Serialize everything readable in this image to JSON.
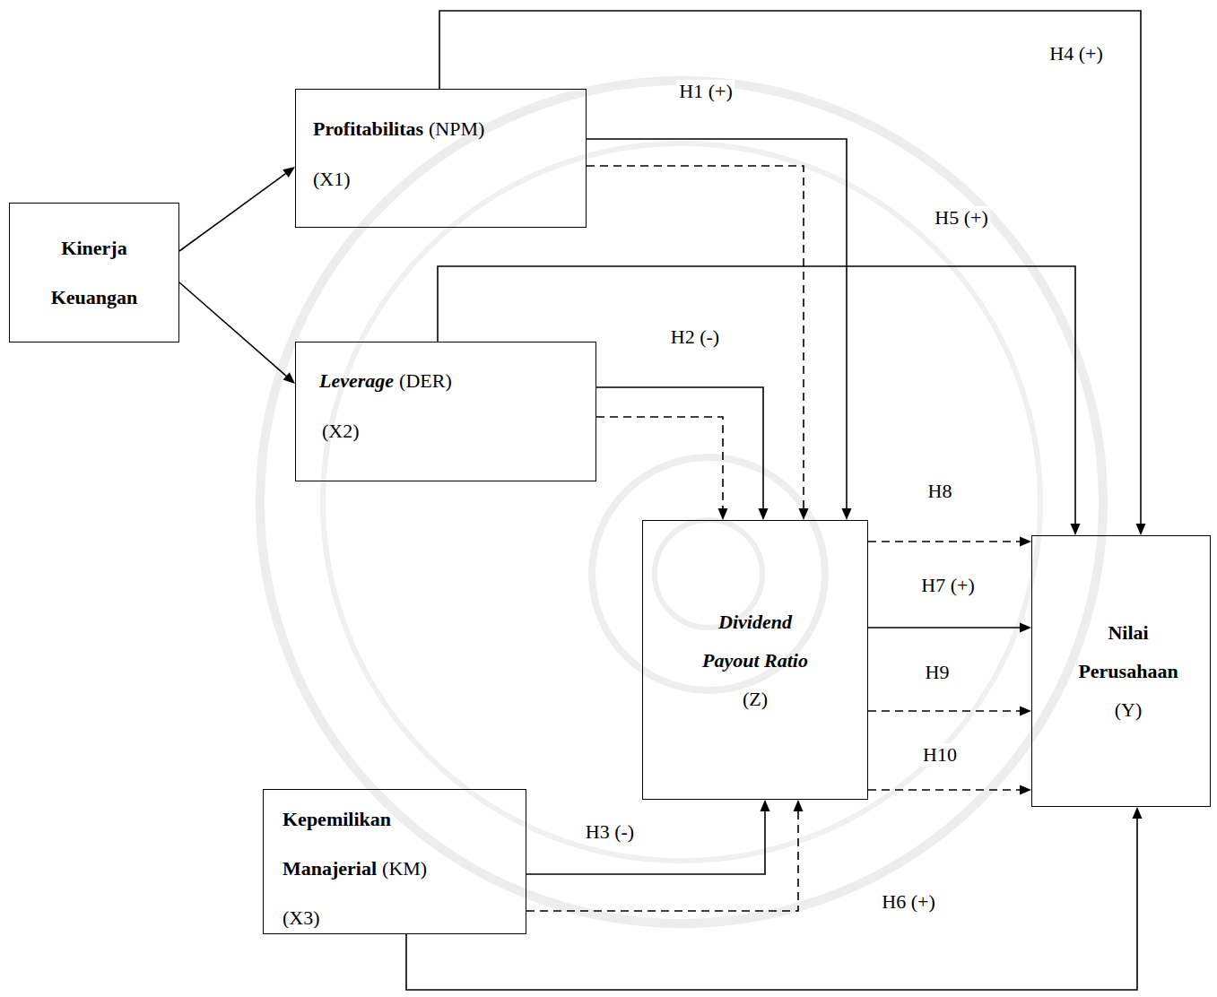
{
  "diagram": {
    "nodes": [
      {
        "text": [
          "Kinerja Keuangan"
        ]
      },
      {
        "text": [
          "Profitabilitas",
          "(NPM)",
          "(X1)"
        ]
      },
      {
        "text": [
          "Leverage",
          "(DER)",
          "(X2)"
        ]
      },
      {
        "text": [
          "Dividend Payout Ratio",
          "(Z)"
        ]
      },
      {
        "text": [
          "Nilai Perusahaan",
          "(Y)"
        ]
      },
      {
        "text": [
          "Kepemilikan Manajerial",
          "(KM)",
          "(X3)"
        ]
      }
    ],
    "edges": [
      {
        "from": 0,
        "to": 1,
        "arrow": "to"
      },
      {
        "from": 0,
        "to": 2,
        "arrow": "to"
      },
      {
        "from": 1,
        "to": 3,
        "label": "H1 (+)",
        "arrow": "to"
      },
      {
        "from": 1,
        "to": 3,
        "arrow": "to"
      },
      {
        "from": 2,
        "to": 3,
        "label": "H2 (-)",
        "arrow": "to"
      },
      {
        "from": 2,
        "to": 3,
        "arrow": "to"
      },
      {
        "from": 5,
        "to": 3,
        "label": "H3 (-)",
        "arrow": "to"
      },
      {
        "from": 5,
        "to": 3,
        "arrow": "to"
      },
      {
        "from": 1,
        "to": 4,
        "label": "H4 (+)",
        "arrow": "to"
      },
      {
        "from": 2,
        "to": 4,
        "label": "H5 (+)",
        "arrow": "to"
      },
      {
        "from": 5,
        "to": 4,
        "label": "H6 (+)",
        "arrow": "to"
      },
      {
        "from": 3,
        "to": 4,
        "label": "H8",
        "arrow": "to"
      },
      {
        "from": 3,
        "to": 4,
        "label": "H7 (+)",
        "arrow": "to"
      },
      {
        "from": 3,
        "to": 4,
        "label": "H9",
        "arrow": "to"
      },
      {
        "from": 3,
        "to": 4,
        "label": "H10",
        "arrow": "to"
      }
    ]
  }
}
